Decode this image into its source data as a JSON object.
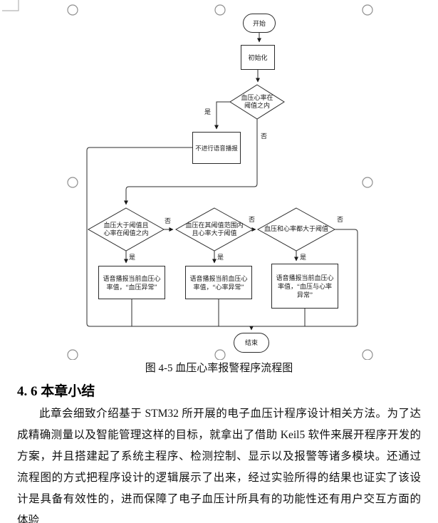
{
  "colors": {
    "page_background": "#ffffff",
    "flow_stroke": "#2b2b2b",
    "handle_stroke": "#8f8f8f",
    "crop_mark": "#b5b5b5",
    "text": "#111111"
  },
  "flowchart": {
    "start": "开始",
    "init": "初始化",
    "d_main": {
      "l1": "血压心率在",
      "l2": "阈值之内"
    },
    "no_broadcast": "不进行语音播报",
    "d_bp": {
      "l1": "血压大于阈值且",
      "l2": "心率在阈值之内"
    },
    "d_hr": {
      "l1": "血压在其阈值范围内",
      "l2": "且心率大于阈值"
    },
    "d_both": {
      "l1": "血压和心率都大于阈值"
    },
    "alert_bp": {
      "l1": "语音播报当前血压心",
      "l2": "率值，“血压异常”"
    },
    "alert_hr": {
      "l1": "语音播报当前血压心",
      "l2": "率值，“心率异常”"
    },
    "alert_both": {
      "l1": "语音播报当前血压心",
      "l2": "率值，“血压与心率",
      "l3": "异常”"
    },
    "end": "结束",
    "yes": "是",
    "no": "否"
  },
  "caption": "图 4-5 血压心率报警程序流程图",
  "section": {
    "heading": "4. 6 本章小结"
  },
  "summary": {
    "lines": [
      "此章会细致介绍基于 STM32 所开展的电子血压计程序设计相关方法。为了达",
      "成精确测量以及智能管理这样的目标，就拿出了借助 Keil5 软件来展开程序开发的",
      "方案，并且搭建起了系统主程序、检测控制、显示以及报警等诸多模块。还通过",
      "流程图的方式把程序设计的逻辑展示了出来，经过实验所得的结果也证实了该设",
      "计是具备有效性的，进而保障了电子血压计所具有的功能性还有用户交互方面的",
      "体验"
    ]
  }
}
